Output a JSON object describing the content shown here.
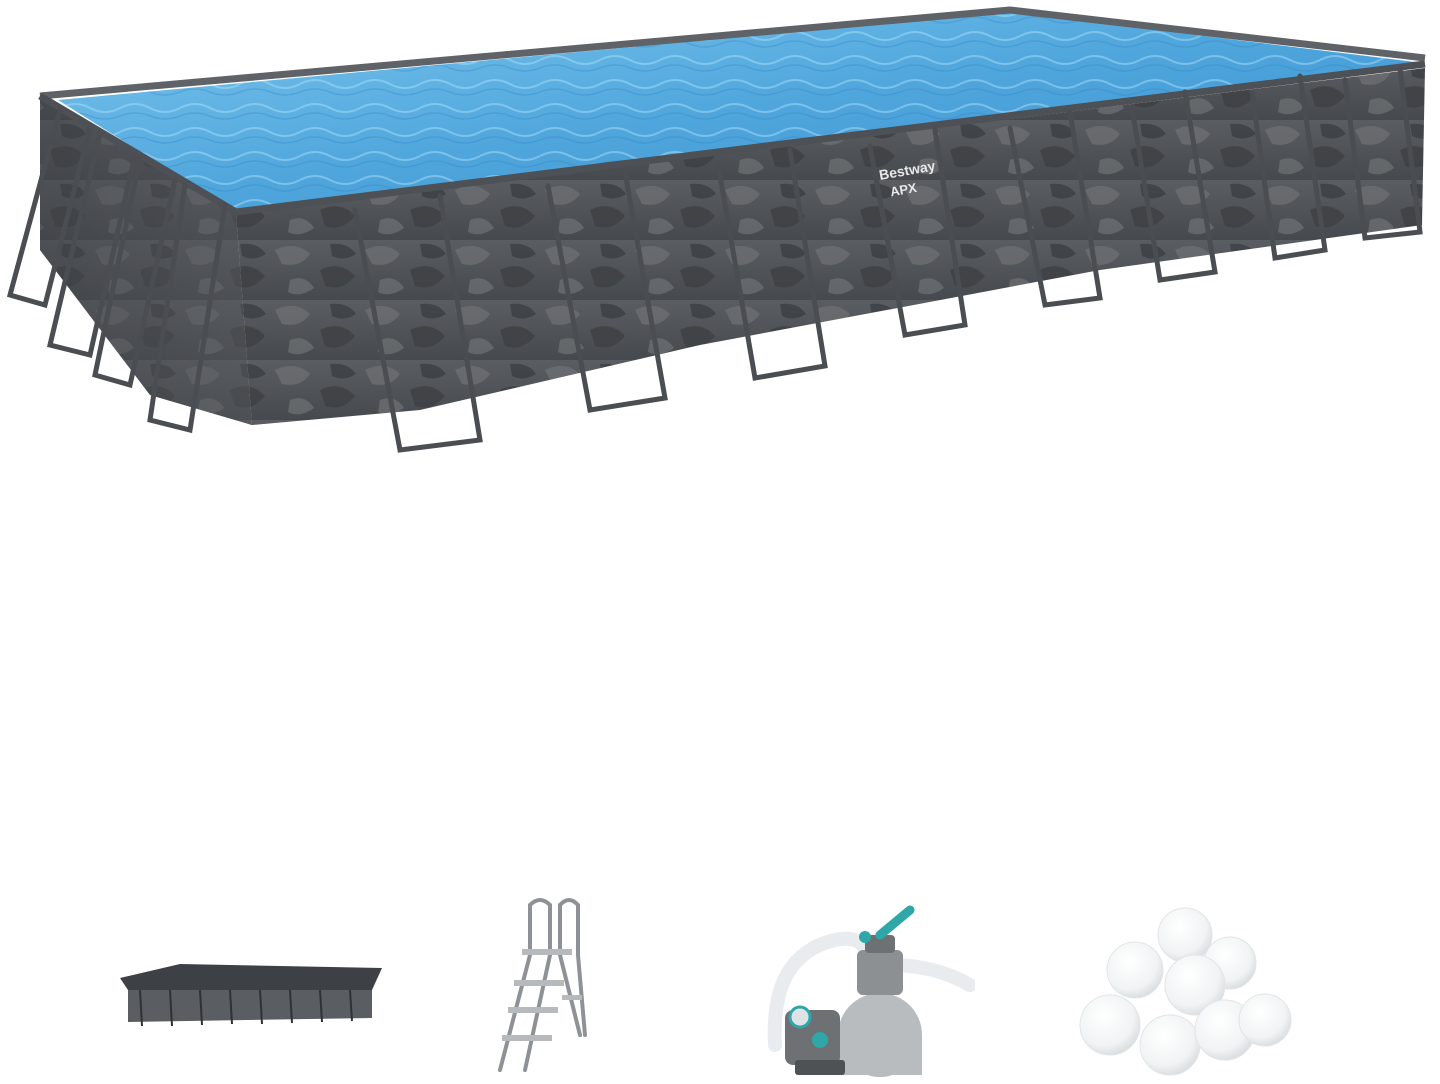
{
  "product": {
    "brand_print": "Bestway",
    "model_print": "APX",
    "accent_colors": {
      "water": "#5aaee0",
      "liner": "#55585c",
      "frame": "#4a4d51",
      "pump_teal": "#2fa7a8",
      "filter_gray": "#b8bcbf"
    }
  },
  "thumbnails": [
    {
      "name": "pool-cover",
      "icon": "pool-cover-icon"
    },
    {
      "name": "pool-ladder",
      "icon": "ladder-icon"
    },
    {
      "name": "sand-filter-pump",
      "icon": "pump-icon"
    },
    {
      "name": "filter-balls",
      "icon": "filter-balls-icon"
    }
  ]
}
